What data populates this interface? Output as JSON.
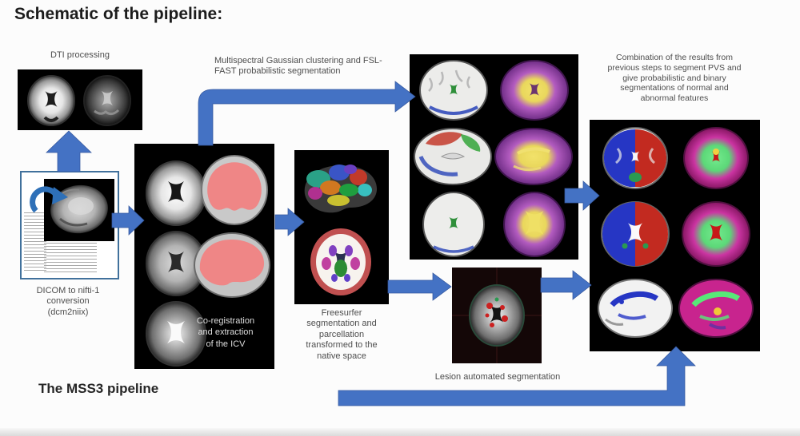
{
  "title": "Schematic of the pipeline:",
  "footer_caption": "The MSS3 pipeline",
  "stages": {
    "dti": {
      "label": "DTI processing"
    },
    "dicom": {
      "label": "DICOM to nifti-1 conversion (dcm2niix)",
      "lines": [
        "DICOM to nifti-1",
        "conversion",
        "(dcm2niix)"
      ]
    },
    "coregistration": {
      "label": "Co-registration and extraction of the ICV",
      "lines": [
        "Co-registration",
        "and extraction",
        "of the ICV"
      ]
    },
    "multispectral": {
      "label": "Multispectral Gaussian clustering and FSL-FAST probabilistic segmentation",
      "lines": [
        "Multispectral Gaussian clustering and FSL-",
        "FAST probabilistic segmentation"
      ]
    },
    "freesurfer": {
      "label": "Freesurfer segmentation and parcellation transformed to the native space",
      "lines": [
        "Freesurfer",
        "segmentation and",
        "parcellation",
        "transformed to the",
        "native space"
      ]
    },
    "lesion": {
      "label": "Lesion automated segmentation"
    },
    "combination": {
      "label": "Combination of the results from previous steps to segment PVS and give probabilistic and binary segmentations of normal and abnormal features",
      "lines": [
        "Combination of the results from",
        "previous steps to segment PVS and",
        "give probabilistic and binary",
        "segmentations of normal and",
        "abnormal features"
      ]
    }
  },
  "colors": {
    "arrow_blue": "#4472c4",
    "dicom_border_blue": "#41719c",
    "icv_mask_red": "#ef8686",
    "label_text": "#4d4d4d",
    "panel_background": "#000000"
  }
}
